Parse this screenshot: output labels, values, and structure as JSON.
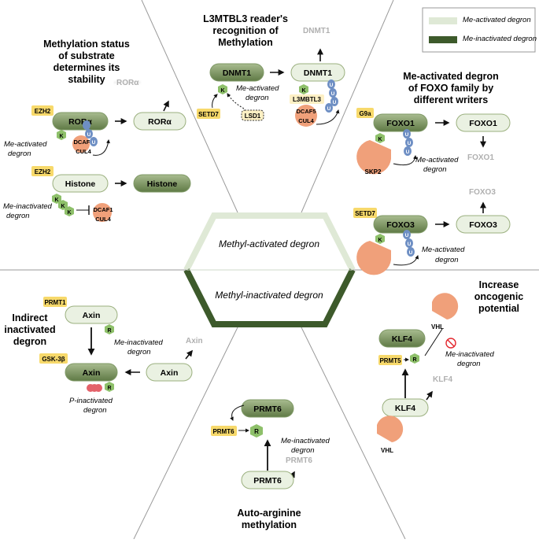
{
  "legend": {
    "me_activated": "Me-activated degron",
    "me_inactivated": "Me-inactivated degron",
    "light_color": "#dfe9d6",
    "dark_color": "#3d5a2b"
  },
  "center": {
    "activated_label": "Methyl-activated degron",
    "inactivated_label": "Methyl-inactivated degron"
  },
  "colors": {
    "protein_dark_start": "#a8bb8f",
    "protein_dark_end": "#5f7a45",
    "protein_light": "#eaf1e2",
    "protein_border": "#9bb07f",
    "writer_yellow": "#f7d96b",
    "ubiquitin_blue": "#6e8fc4",
    "e3_orange": "#f0a07a",
    "methyl_green": "#8ec06a",
    "degraded_gray": "#b8b8b8",
    "phospho_red": "#e3626a"
  },
  "panel_top_left": {
    "title_1": "Methylation status",
    "title_2": "of substrate",
    "title_3": "determines its",
    "title_4": "stability",
    "writer_1": "EZH2",
    "protein_1": "RORα",
    "protein_1b": "RORα",
    "protein_1_degraded": "RORα",
    "k": "K",
    "u": "U",
    "e3_1": "DCAF1",
    "e3_2": "CUL4",
    "note_1a": "Me-activated",
    "note_1b": "degron",
    "writer_2": "EZH2",
    "protein_2": "Histone",
    "protein_2b": "Histone",
    "note_2a": "Me-inactivated",
    "note_2b": "degron",
    "e3_3": "DCAF1",
    "e3_4": "CUL4"
  },
  "panel_top_center": {
    "title_1": "L3MTBL3 reader's",
    "title_2": "recognition of",
    "title_3": "Methylation",
    "degraded": "DNMT1",
    "protein_1": "DNMT1",
    "protein_2": "DNMT1",
    "writer": "SETD7",
    "eraser": "LSD1",
    "note_a": "Me-activated",
    "note_b": "degron",
    "reader": "L3MBTL3",
    "e3_1": "DCAF5",
    "e3_2": "CUL4",
    "k": "K",
    "u": "U"
  },
  "panel_top_right": {
    "title_1": "Me-activated degron",
    "title_2": "of FOXO family by",
    "title_3": "different writers",
    "writer_1": "G9a",
    "protein_1": "FOXO1",
    "protein_1b": "FOXO1",
    "degraded_1": "FOXO1",
    "e3": "SKP2",
    "note_1a": "Me-activated",
    "note_1b": "degron",
    "writer_2": "SETD7",
    "protein_2": "FOXO3",
    "protein_2b": "FOXO3",
    "degraded_2": "FOXO3",
    "note_2a": "Me-activated",
    "note_2b": "degron",
    "k": "K",
    "u": "U"
  },
  "panel_bottom_left": {
    "title_1": "Indirect",
    "title_2": "inactivated",
    "title_3": "degron",
    "writer_1": "PRMT1",
    "writer_2": "GSK-3β",
    "protein_1": "Axin",
    "protein_2": "Axin",
    "protein_3": "Axin",
    "degraded": "Axin",
    "note_1a": "Me-inactivated",
    "note_1b": "degron",
    "note_2a": "P-inactivated",
    "note_2b": "degron",
    "r": "R"
  },
  "panel_bottom_center": {
    "title_1": "Auto-arginine",
    "title_2": "methylation",
    "writer": "PRMT6",
    "protein_1": "PRMT6",
    "protein_2": "PRMT6",
    "degraded": "PRMT6",
    "note_a": "Me-inactivated",
    "note_b": "degron",
    "r": "R"
  },
  "panel_bottom_right": {
    "title_1": "Increase",
    "title_2": "oncogenic",
    "title_3": "potential",
    "e3_1": "VHL",
    "e3_2": "VHL",
    "writer": "PRMT5",
    "protein_1": "KLF4",
    "protein_2": "KLF4",
    "degraded": "KLF4",
    "note_a": "Me-inactivated",
    "note_b": "degron",
    "r": "R"
  }
}
